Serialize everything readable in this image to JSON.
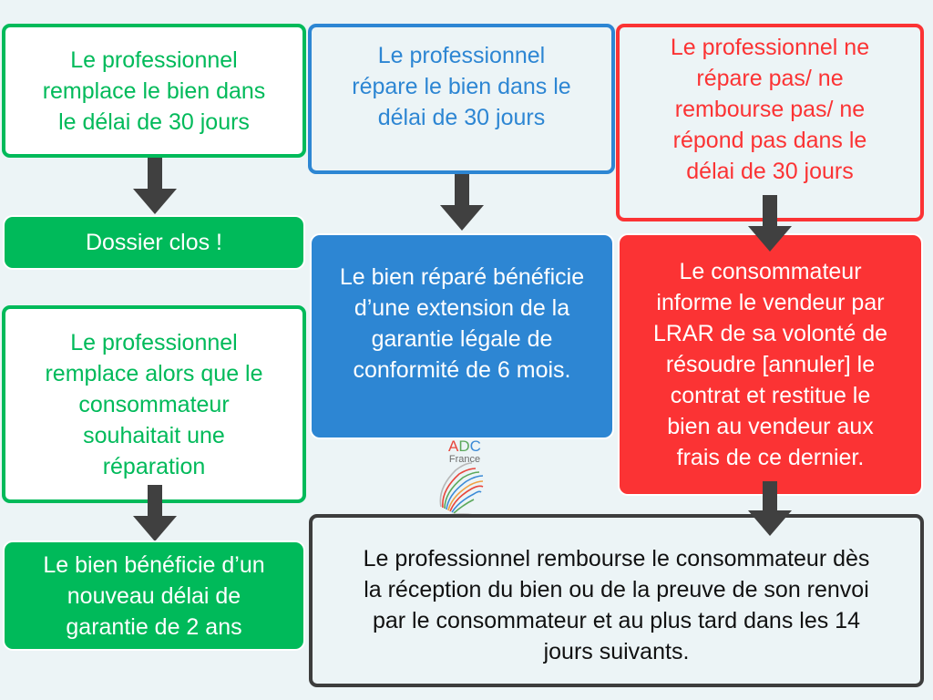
{
  "colors": {
    "background": "#ecf4f6",
    "green": "#00ba5a",
    "blue": "#2d86d3",
    "red": "#fb3334",
    "dark": "#3d3d3d",
    "arrow": "#404040"
  },
  "left_column": {
    "box1": {
      "lines": [
        "Le professionnel",
        "remplace le bien dans",
        "le délai de 30 jours"
      ]
    },
    "box2": {
      "lines": [
        "Dossier clos !"
      ]
    },
    "box3": {
      "lines": [
        "Le professionnel",
        "remplace alors que le",
        "consommateur",
        "souhaitait une",
        "réparation"
      ]
    },
    "box4": {
      "lines": [
        "Le bien bénéficie d’un",
        "nouveau délai de",
        "garantie de 2 ans"
      ]
    }
  },
  "middle_column": {
    "box1": {
      "lines": [
        "Le professionnel",
        "répare le bien dans le",
        "délai de 30 jours"
      ]
    },
    "box2": {
      "lines": [
        "Le bien réparé bénéficie",
        "d’une extension de la",
        "garantie légale de",
        "conformité de 6 mois."
      ]
    }
  },
  "right_column": {
    "box1": {
      "lines": [
        "Le professionnel ne",
        "répare pas/ ne",
        "rembourse pas/ ne",
        "répond pas dans le",
        "délai de 30 jours"
      ]
    },
    "box2": {
      "lines": [
        "Le consommateur",
        "informe le vendeur par",
        "LRAR de sa volonté de",
        "résoudre [annuler] le",
        "contrat et restitue le",
        "bien au vendeur aux",
        "frais de ce dernier."
      ]
    }
  },
  "bottom_box": {
    "lines": [
      "Le professionnel rembourse le consommateur dès",
      "la réception du bien ou de la preuve de son renvoi",
      "par le consommateur et au plus tard dans les 14",
      "jours suivants."
    ]
  },
  "logo": {
    "a": "A",
    "d": "D",
    "c": "C",
    "subtitle": "France"
  }
}
